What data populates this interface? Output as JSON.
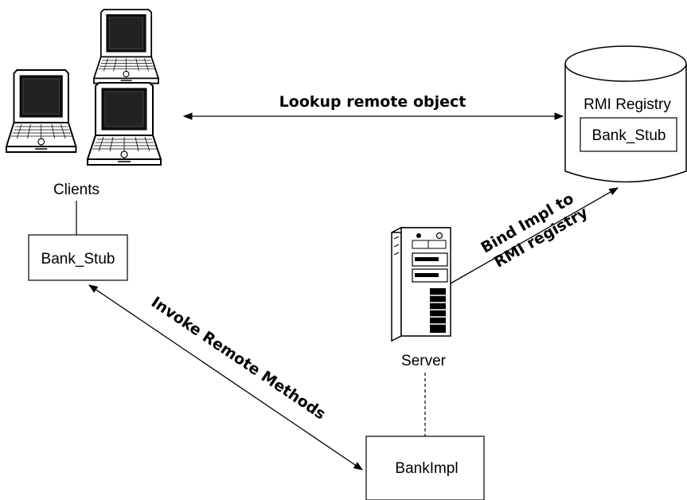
{
  "nodes": {
    "clients": {
      "label": "Clients",
      "icon": "laptop-icon"
    },
    "client_stub": {
      "label": "Bank_Stub"
    },
    "registry": {
      "label": "RMI Registry",
      "inner_label": "Bank_Stub",
      "icon": "database-cylinder-icon"
    },
    "server": {
      "label": "Server",
      "icon": "server-tower-icon"
    },
    "bank_impl": {
      "label": "BankImpl"
    }
  },
  "edges": {
    "lookup": {
      "label": "Lookup remote object",
      "style": "double-arrow"
    },
    "bind": {
      "line1": "Bind Impl to",
      "line2": "RMI registry",
      "style": "arrow"
    },
    "invoke": {
      "label": "Invoke Remote Methods",
      "style": "double-arrow"
    },
    "clients_to_stub": {
      "style": "solid"
    },
    "server_to_impl": {
      "style": "dashed"
    }
  }
}
